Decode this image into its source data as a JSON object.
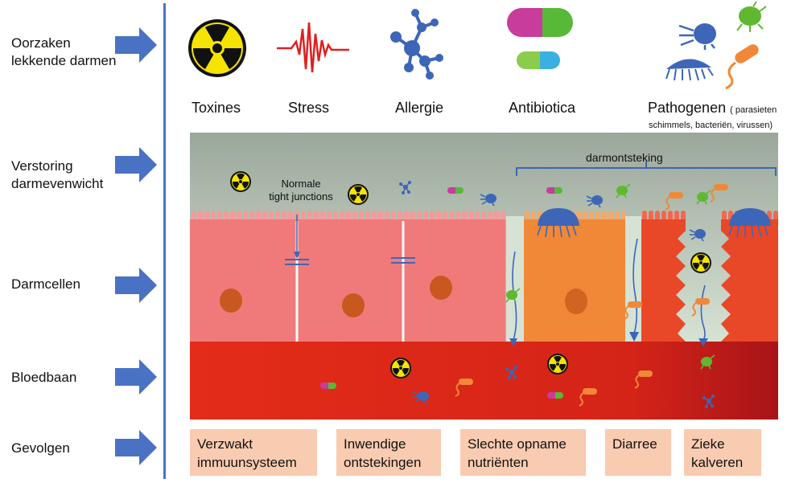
{
  "rows": [
    {
      "label": "Oorzaken\nlekkende darmen"
    },
    {
      "label": "Verstoring\ndarmevenwicht"
    },
    {
      "label": "Darmcellen"
    },
    {
      "label": "Bloedbaan"
    },
    {
      "label": "Gevolgen"
    }
  ],
  "causes": [
    {
      "label": "Toxines",
      "icon": "radiation-icon"
    },
    {
      "label": "Stress",
      "icon": "stress-wave-icon"
    },
    {
      "label": "Allergie",
      "icon": "allergen-molecule-icon"
    },
    {
      "label": "Antibiotica",
      "icon": "capsule-icon"
    },
    {
      "label": "Pathogenen",
      "icon": "pathogen-icon",
      "note": "( parasieten",
      "note2": "schimmels, bacteriën, virussen)"
    }
  ],
  "scene": {
    "tight_junctions_label": "Normale\ntight junctions",
    "inflammation_label": "darmontsteking"
  },
  "consequences": [
    {
      "label": "Verzwakt\nimmuunsysteem"
    },
    {
      "label": "Inwendige\nontstekingen"
    },
    {
      "label": "Slechte opname\nnutriënten"
    },
    {
      "label": "Diarree"
    },
    {
      "label": "Zieke\nkalveren"
    }
  ],
  "colors": {
    "arrow": "#4a72c4",
    "healthy_cell": "#f08080",
    "inflamed_cell": "#f08838",
    "damaged_cell": "#e84828",
    "blood": "#e02818",
    "consequence_box": "#f9cbb0"
  }
}
